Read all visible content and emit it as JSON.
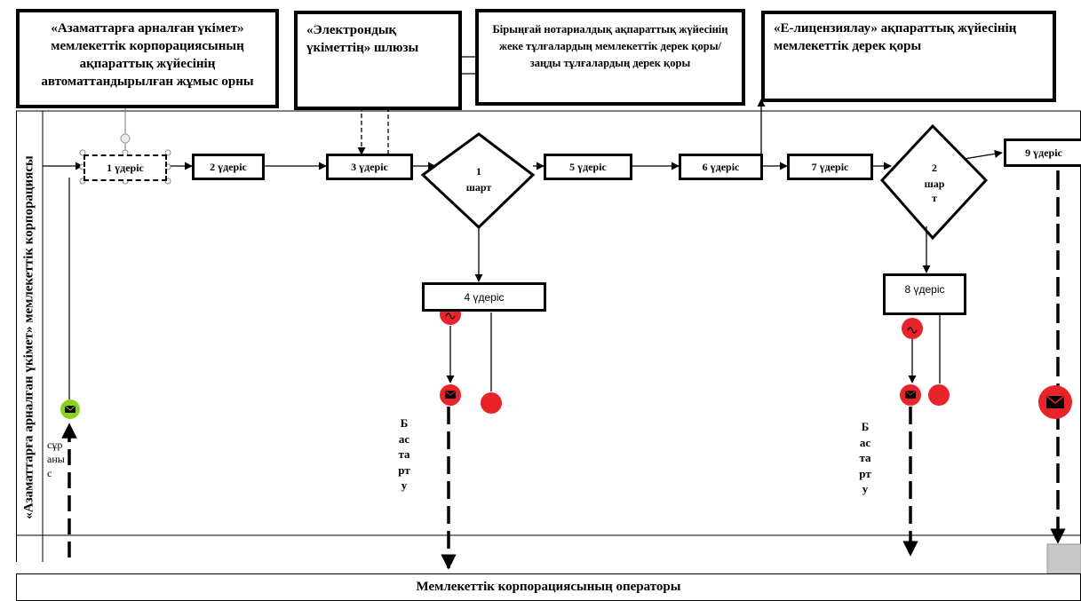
{
  "systems": {
    "arm_title": "«Азаматтарға арналған үкімет» мемлекеттік корпорациясының ақпараттық жүйесінің автоматтандырылған жұмыс орны",
    "gateway_title": "«Электрондық үкіметтің» шлюзы",
    "notary_title": "Бірыңғай нотариалдық ақпараттық жүйесінің жеке тұлғалардың мемлекеттік дерек қоры/заңды тұлғалардың дерек қоры",
    "elicense_title": "«Е-лицензиялау» ақпараттық жүйесінің мемлекеттік дерек қоры"
  },
  "lane": {
    "vertical_title": "«Азаматтарға арналған үкімет» мемлекеттік корпорациясы",
    "bottom_title": "Мемлекеттік корпорациясының операторы"
  },
  "processes": {
    "p1": "1 үдеріс",
    "p2": "2 үдеріс",
    "p3": "3 үдеріс",
    "p4": "4 үдеріс",
    "p5": "5 үдеріс",
    "p6": "6 үдеріс",
    "p7": "7 үдеріс",
    "p8": "8 үдеріс",
    "p9": "9 үдеріс"
  },
  "conditions": {
    "c1_num": "1",
    "c1_word": "шарт",
    "c2_num": "2",
    "c2_word_a": "шар",
    "c2_word_b": "т"
  },
  "labels": {
    "request": "сұраныс",
    "refusal_1": "Бас тарту",
    "refusal_2": "Бастарту"
  },
  "colors": {
    "event_red": "#e8232a",
    "start_green": "#8cd11e",
    "end_grey": "#c8c8c8"
  }
}
